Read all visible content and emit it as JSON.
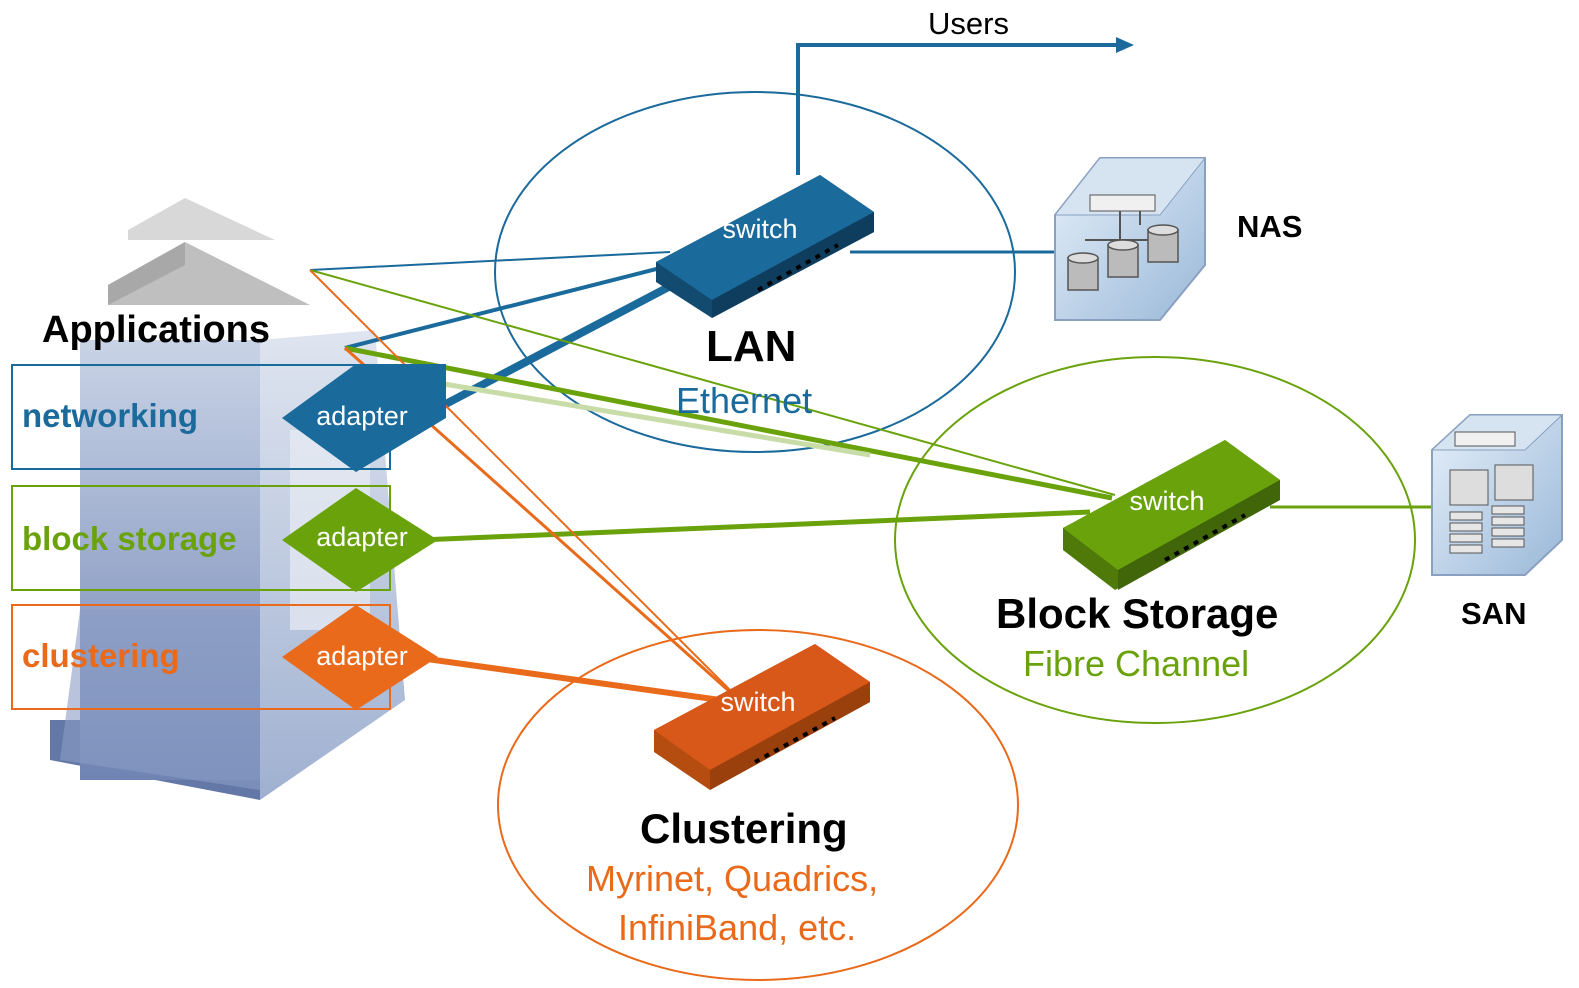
{
  "colors": {
    "lan": "#1b6a9c",
    "storage": "#6aa20c",
    "cluster": "#e86a1a",
    "text": "#000000"
  },
  "users_label": "Users",
  "server": {
    "title": "Applications",
    "layers": [
      {
        "label": "networking",
        "adapter": "adapter"
      },
      {
        "label": "block storage",
        "adapter": "adapter"
      },
      {
        "label": "clustering",
        "adapter": "adapter"
      }
    ]
  },
  "networks": {
    "lan": {
      "title": "LAN",
      "subtitle": "Ethernet",
      "switch": "switch"
    },
    "block_storage": {
      "title": "Block Storage",
      "subtitle": "Fibre Channel",
      "switch": "switch"
    },
    "clustering": {
      "title": "Clustering",
      "subtitle_line1": "Myrinet, Quadrics,",
      "subtitle_line2": "InfiniBand, etc.",
      "switch": "switch"
    }
  },
  "devices": {
    "nas": {
      "label": "NAS",
      "icon": "nas-storage-icon"
    },
    "san": {
      "label": "SAN",
      "icon": "san-storage-icon"
    }
  }
}
